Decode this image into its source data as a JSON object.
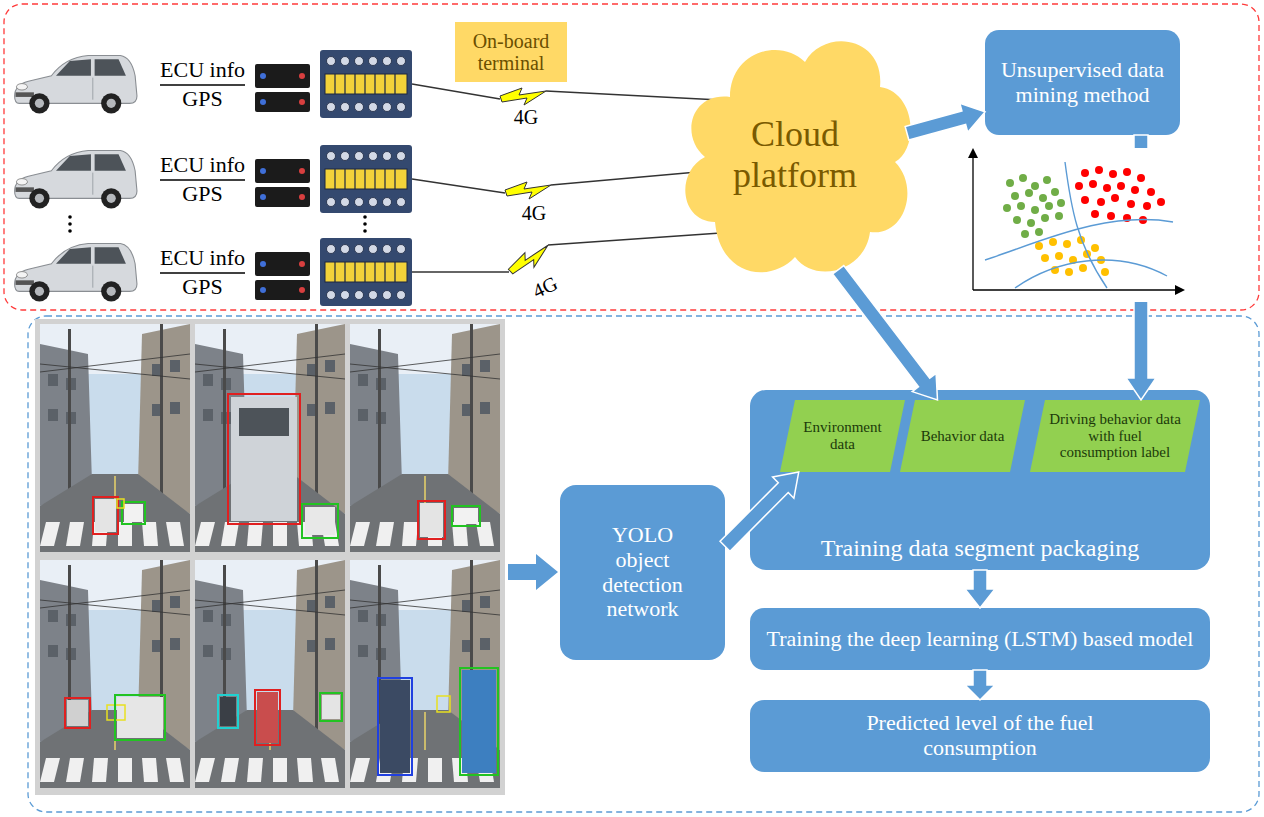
{
  "diagram": {
    "nodes": [
      {
        "text": [
          "On-board terminal"
        ]
      },
      {
        "text": [
          "Cloud platform"
        ]
      },
      {
        "text": [
          "Unsupervised data mining method"
        ]
      },
      {
        "text": [
          "YOLO object detection network"
        ]
      },
      {
        "text": [
          "Training data segment packaging"
        ]
      },
      {
        "text": [
          "Environment data"
        ],
        "in": 4
      },
      {
        "text": [
          "Behavior data"
        ],
        "in": 4
      },
      {
        "text": [
          "Driving behavior data with fuel consumption label"
        ],
        "in": 4
      },
      {
        "text": [
          "Training the deep learning (LSTM) based model"
        ]
      },
      {
        "text": [
          "Predicted level of the fuel consumption"
        ]
      }
    ],
    "edges": [
      {
        "from": 1,
        "to": 2,
        "arrow": "to"
      },
      {
        "from": 2,
        "to": 7,
        "arrow": "to"
      },
      {
        "from": 1,
        "to": 6,
        "arrow": "to"
      },
      {
        "from": 3,
        "to": 5,
        "arrow": "to"
      },
      {
        "from": 4,
        "to": 8,
        "arrow": "to"
      },
      {
        "from": 8,
        "to": 9,
        "arrow": "to"
      }
    ],
    "labels": [
      "ECU info",
      "GPS",
      "ECU info",
      "GPS",
      "ECU info",
      "GPS",
      "4G",
      "4G",
      "4G"
    ]
  }
}
